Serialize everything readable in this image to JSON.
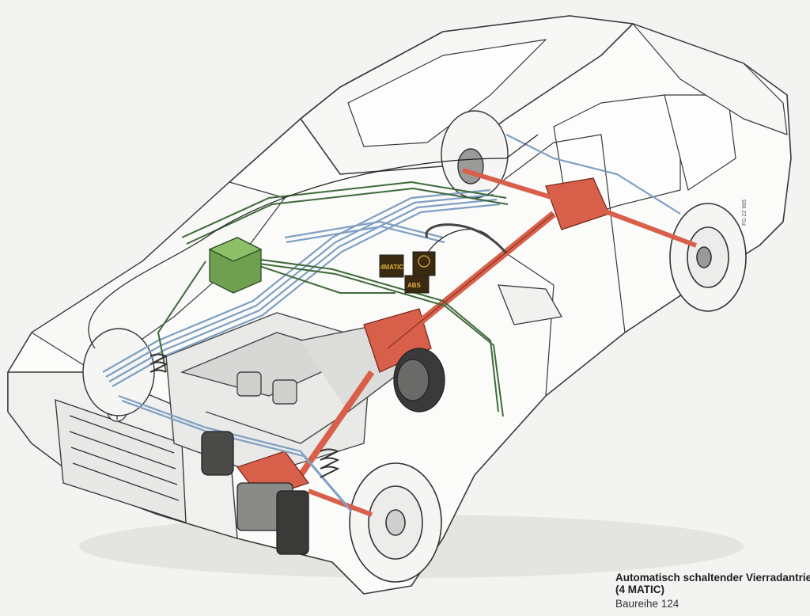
{
  "caption": {
    "line1": "Automatisch schaltender Vierradantrieb",
    "line2": "(4 MATIC)",
    "line3": "Baureihe 124"
  },
  "figure_code": "FG 22 965",
  "warning_labels": [
    "4MATIC",
    "ABS"
  ],
  "colors": {
    "background": "#f3f3f1",
    "body_outline": "#3a3a3a",
    "hydraulic_lines": "#7f9fc4",
    "control_lines": "#3f6a3a",
    "drivetrain": "#d8604a",
    "control_unit": "#6fa050"
  },
  "icons": [
    "car-body",
    "front-wheel",
    "rear-wheel",
    "engine-block",
    "transfer-case",
    "rear-differential",
    "control-unit",
    "brake-booster",
    "steering-wheel",
    "warning-lamp"
  ]
}
